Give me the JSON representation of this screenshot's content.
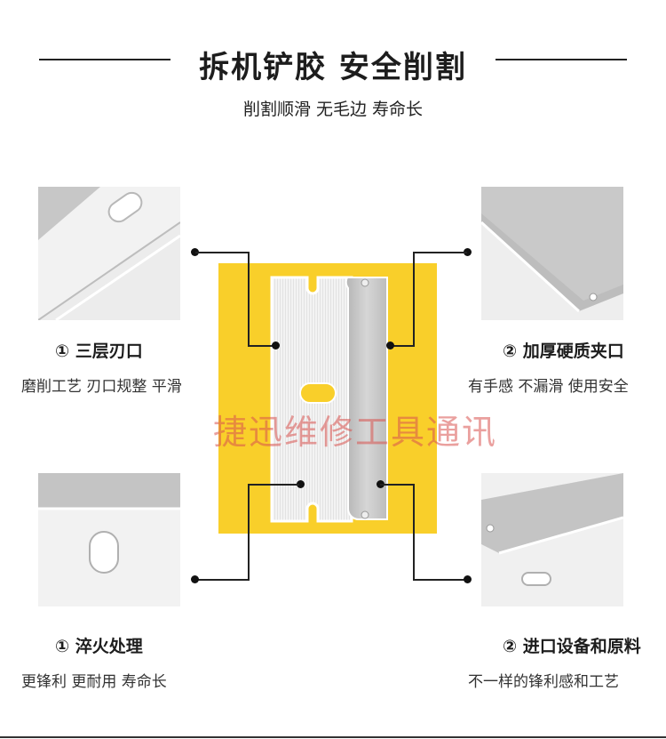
{
  "header": {
    "title": "拆机铲胶 安全削割",
    "subtitle": "削割顺滑 无毛边 寿命长"
  },
  "features": [
    {
      "label": "① 三层刃口",
      "desc": "磨削工艺 刃口规整 平滑"
    },
    {
      "label": "② 加厚硬质夹口",
      "desc": "有手感 不漏滑 使用安全"
    },
    {
      "label": "① 淬火处理",
      "desc": "更锋利 更耐用 寿命长"
    },
    {
      "label": "② 进口设备和原料",
      "desc": "不一样的锋利感和工艺"
    }
  ],
  "watermark": "捷迅维修工具通讯",
  "colors": {
    "accent": "#f9cf2a",
    "blade": "#c9c9c9",
    "watermark": "#d9534f"
  }
}
